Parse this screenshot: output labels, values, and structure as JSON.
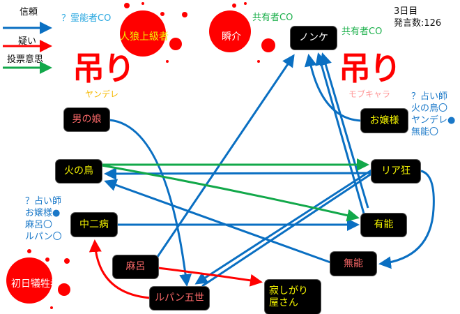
{
  "legend": {
    "trust": "信頼",
    "doubt": "疑い",
    "vote": "投票意思"
  },
  "colors": {
    "trust": "#0a6fc2",
    "doubt": "#ff0000",
    "vote": "#12a84a"
  },
  "status": {
    "day": "3日目",
    "posts": "発言数:126"
  },
  "annotations": {
    "medium_co": "？霊能者CO",
    "mason_co_1": "共有者CO",
    "mason_co_2": "共有者CO",
    "seer_right": [
      "？占い師",
      "火の鳥〇",
      "ヤンデレ●",
      "無能〇"
    ],
    "seer_left": [
      "？占い師",
      "お嬢様●",
      "麻呂〇",
      "ルパン〇"
    ]
  },
  "hanged": [
    {
      "mark": "吊り",
      "name": "ヤンデレ"
    },
    {
      "mark": "吊り",
      "name": "モブキャラ"
    }
  ],
  "nodes": {
    "jinrou": "人狼上級者",
    "shunsuke": "瞬介",
    "nonke": "ノンケ",
    "otokonoko": "男の娘",
    "hinotori": "火の鳥",
    "riakyo": "リア狂",
    "ojousama": "お嬢様",
    "chuunibyou": "中二病",
    "yuunou": "有能",
    "maro": "麻呂",
    "munou": "無能",
    "lupin": "ルパン五世",
    "sabishigari": "寂しがり屋さん",
    "shonichi": "初日犠牲者"
  },
  "edges": [
    {
      "type": "trust",
      "from": "麻呂",
      "to": "ノンケ"
    },
    {
      "type": "trust",
      "from": "男の娘",
      "to": "ルパン五世"
    },
    {
      "type": "trust",
      "from": "有能",
      "to": "ノンケ"
    },
    {
      "type": "trust",
      "from": "リア狂",
      "to": "ノンケ"
    },
    {
      "type": "trust",
      "from": "お嬢様",
      "to": "ノンケ"
    },
    {
      "type": "trust",
      "from": "リア狂",
      "to": "ルパン五世"
    },
    {
      "type": "trust",
      "from": "リア狂",
      "to": "火の鳥"
    },
    {
      "type": "trust",
      "from": "無能",
      "to": "火の鳥"
    },
    {
      "type": "trust",
      "from": "中二病",
      "to": "有能"
    },
    {
      "type": "trust",
      "from": "リア狂",
      "to": "無能"
    },
    {
      "type": "vote",
      "from": "火の鳥",
      "to": "リア狂"
    },
    {
      "type": "vote",
      "from": "火の鳥",
      "to": "有能"
    },
    {
      "type": "doubt",
      "from": "麻呂",
      "to": "寂しがり屋さん"
    },
    {
      "type": "doubt",
      "from": "ルパン五世",
      "to": "中二病"
    }
  ]
}
